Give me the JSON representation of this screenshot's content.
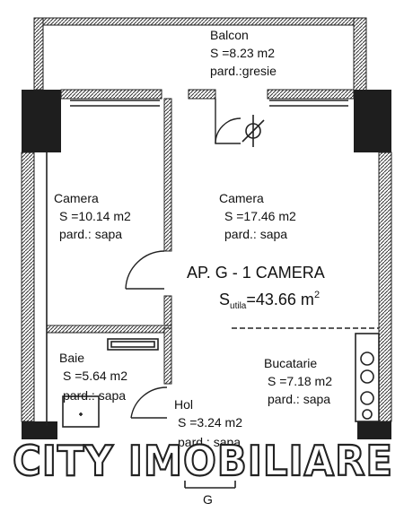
{
  "plan": {
    "apartment_title": "AP. G - 1 CAMERA",
    "useful_area_prefix": "S",
    "useful_area_subscript": "utila",
    "useful_area_value": "=43.66 m",
    "useful_area_unit_exp": "2",
    "orientation_label": "G",
    "watermark": "CITY IMOBILIARE"
  },
  "rooms": {
    "balcon": {
      "name": "Balcon",
      "area": "S =8.23 m2",
      "floor": "pard.:gresie"
    },
    "camera_1": {
      "name": "Camera",
      "area": "S =10.14 m2",
      "floor": "pard.: sapa"
    },
    "camera_2": {
      "name": "Camera",
      "area": "S =17.46 m2",
      "floor": "pard.: sapa"
    },
    "baie": {
      "name": "Baie",
      "area": "S =5.64 m2",
      "floor": "pard.: sapa"
    },
    "bucatarie": {
      "name": "Bucatarie",
      "area": "S =7.18 m2",
      "floor": "pard.: sapa"
    },
    "hol": {
      "name": "Hol",
      "area": "S =3.24 m2",
      "floor": "pard.: sapa"
    }
  },
  "colors": {
    "wall": "#1e1e1e",
    "background": "#ffffff",
    "line": "#222222"
  },
  "icons": [
    "door-swing-icon",
    "bathtub-icon",
    "stove-icon",
    "sink-icon",
    "compass-icon"
  ]
}
